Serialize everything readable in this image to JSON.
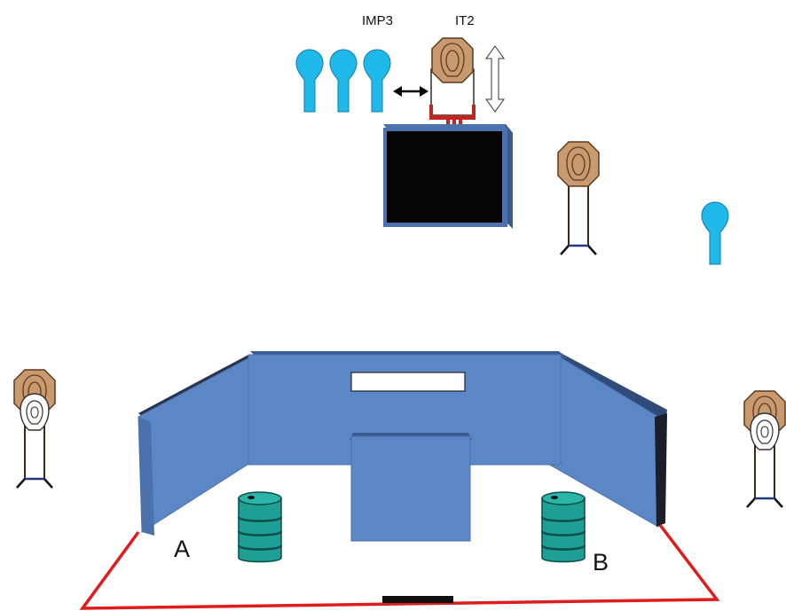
{
  "labels": {
    "imp3": "IMP3",
    "it2": "IT2",
    "position_a": "A",
    "position_b": "B"
  },
  "colors": {
    "popper": "#1fb8ea",
    "target_brown": "#c89a6e",
    "wall_face": "#5b87c7",
    "wall_top": "#4c72ad",
    "wall_shadow": "#26344d",
    "barrel": "#1f9e93",
    "fault_line": "#e01b1b",
    "dark_screen": "#050505",
    "mover_frame": "#c0251f"
  },
  "icons": {
    "horizontal_motion": "double-arrow-horizontal-icon",
    "vertical_motion": "double-arrow-vertical-icon"
  }
}
